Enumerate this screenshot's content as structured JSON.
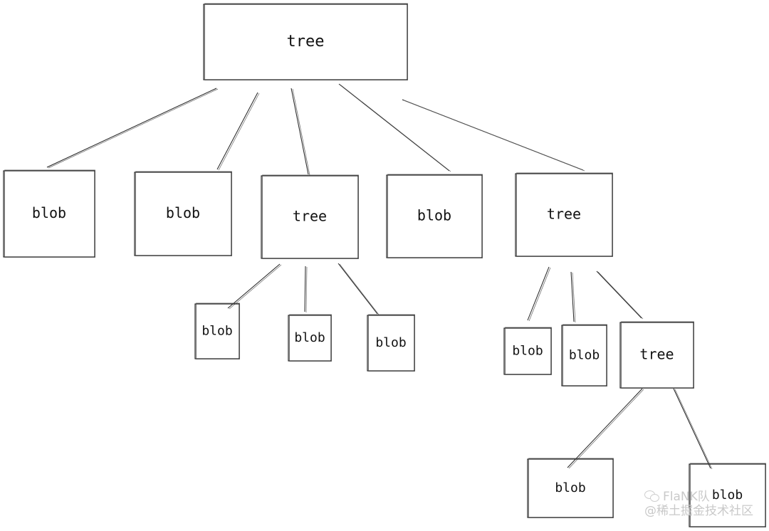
{
  "diagram": {
    "nodes": [
      {
        "id": "root",
        "label": "tree"
      },
      {
        "id": "b1",
        "label": "blob"
      },
      {
        "id": "b2",
        "label": "blob"
      },
      {
        "id": "t1",
        "label": "tree"
      },
      {
        "id": "b3",
        "label": "blob"
      },
      {
        "id": "t2",
        "label": "tree"
      },
      {
        "id": "t1b1",
        "label": "blob"
      },
      {
        "id": "t1b2",
        "label": "blob"
      },
      {
        "id": "t1b3",
        "label": "blob"
      },
      {
        "id": "t2b1",
        "label": "blob"
      },
      {
        "id": "t2b2",
        "label": "blob"
      },
      {
        "id": "t3",
        "label": "tree"
      },
      {
        "id": "t3b1",
        "label": "blob"
      },
      {
        "id": "t3b2",
        "label": "blob"
      }
    ],
    "edges": [
      [
        "root",
        "b1"
      ],
      [
        "root",
        "b2"
      ],
      [
        "root",
        "t1"
      ],
      [
        "root",
        "b3"
      ],
      [
        "root",
        "t2"
      ],
      [
        "t1",
        "t1b1"
      ],
      [
        "t1",
        "t1b2"
      ],
      [
        "t1",
        "t1b3"
      ],
      [
        "t2",
        "t2b1"
      ],
      [
        "t2",
        "t2b2"
      ],
      [
        "t2",
        "t3"
      ],
      [
        "t3",
        "t3b1"
      ],
      [
        "t3",
        "t3b2"
      ]
    ]
  },
  "watermark": {
    "line1": "FlaNK队",
    "line2": "@稀土掘金技术社区"
  }
}
